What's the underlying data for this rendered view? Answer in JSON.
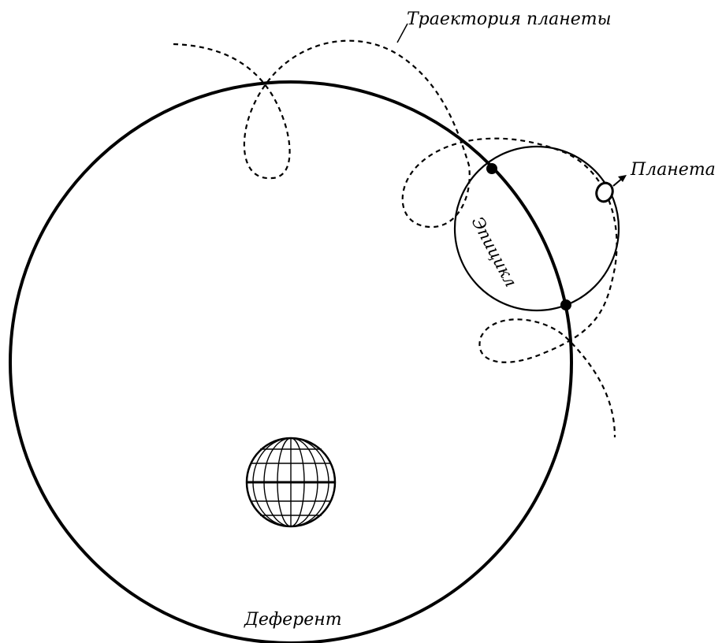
{
  "labels": {
    "trajectory": "Траектория планеты",
    "planet": "Планета",
    "epicycle": "Эпицикл",
    "deferent": "Деферент"
  },
  "icons": {
    "earth": "globe-icon",
    "planet": "planet-icon",
    "arrow": "arrow-icon"
  },
  "colors": {
    "ink": "#000000",
    "background": "#ffffff"
  }
}
